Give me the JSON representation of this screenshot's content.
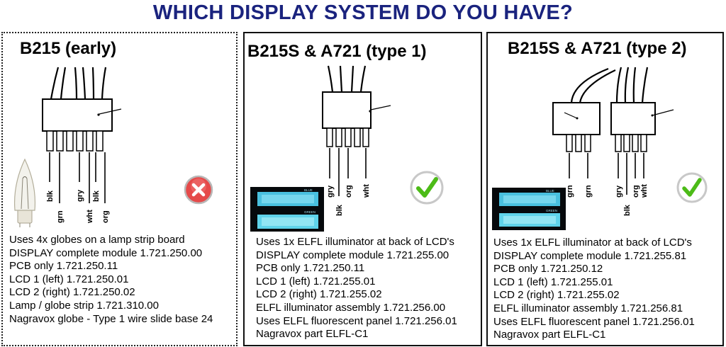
{
  "page": {
    "title": "WHICH DISPLAY SYSTEM DO YOU HAVE?"
  },
  "panels": [
    {
      "title": "B215 (early)",
      "status": "incompatible",
      "status_icon": "red-x-icon",
      "wires": [
        "blk",
        "grn",
        "gry",
        "wht",
        "blk",
        "org"
      ],
      "lines": [
        "Uses 4x globes on a lamp strip  board",
        "DISPLAY complete module 1.721.250.00",
        "PCB only 1.721.250.11",
        "LCD 1 (left)  1.721.250.01",
        "LCD 2 (right) 1.721.250.02",
        "Lamp / globe strip 1.721.310.00",
        "Nagravox globe - Type 1 wire slide base 24"
      ]
    },
    {
      "title": "B215S & A721 (type 1)",
      "status": "compatible",
      "status_icon": "green-check-icon",
      "wires": [
        "gry",
        "blk",
        "org",
        "wht"
      ],
      "panel_labels": [
        "BLUE",
        "GREEN"
      ],
      "lines": [
        "Uses 1x ELFL illuminator at back of LCD's",
        "DISPLAY complete module 1.721.255.00",
        "PCB only 1.721.250.11",
        "LCD 1 (left)  1.721.255.01",
        "LCD 2 (right) 1.721.255.02",
        "ELFL illuminator assembly  1.721.256.00",
        "Uses ELFL fluorescent panel 1.721.256.01",
        "Nagravox part ELFL-C1"
      ]
    },
    {
      "title": "B215S & A721 (type 2)",
      "status": "compatible",
      "status_icon": "green-check-icon",
      "wires": [
        "grn",
        "grn",
        "gry",
        "blk",
        "org",
        "wht"
      ],
      "panel_labels": [
        "BLUE",
        "GREEN"
      ],
      "lines": [
        "Uses 1x ELFL illuminator at back of LCD's",
        "DISPLAY complete module 1.721.255.81",
        "PCB only 1.721.250.12",
        "LCD 1 (left)  1.721.255.01",
        "LCD 2 (right) 1.721.255.02",
        "ELFL illuminator assembly  1.721.256.81",
        "Uses ELFL fluorescent panel 1.721.256.01",
        "Nagravox part ELFL-C1"
      ]
    }
  ]
}
